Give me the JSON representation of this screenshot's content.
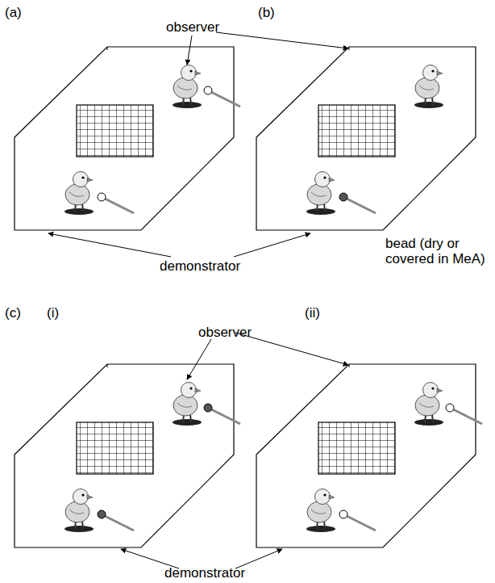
{
  "diagram": {
    "labels": [
      "(a)",
      "(b)",
      "observer",
      "bead (dry or covered in MeA)",
      "demonstrator",
      "(c)",
      "(i)",
      "(ii)",
      "observer",
      "demonstrator"
    ]
  }
}
